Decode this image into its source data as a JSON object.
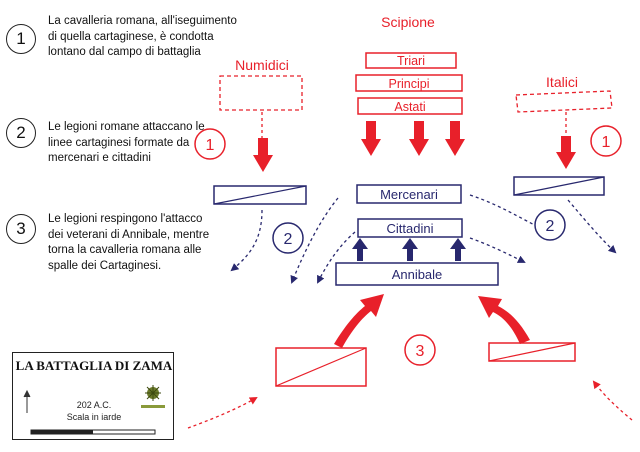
{
  "steps": [
    {
      "num": "1",
      "text": "La cavalleria romana, all'iseguimento di quella cartaginese, è condotta lontano dal campo di battaglia"
    },
    {
      "num": "2",
      "text": "Le legioni romane attaccano le linee cartaginesi formate da mercenari e cittadini"
    },
    {
      "num": "3",
      "text": "Le legioni respingono l'attacco dei veterani di Annibale, mentre torna la cavalleria romana alle spalle dei Cartaginesi."
    }
  ],
  "legend": {
    "title": "LA BATTAGLIA DI ZAMA",
    "date": "202 A.C.",
    "scale_label": "Scala in iarde"
  },
  "roman": {
    "commander": "Scipione",
    "lines": [
      "Triari",
      "Principi",
      "Astati"
    ],
    "left_cavalry": "Numidici",
    "right_cavalry": "Italici"
  },
  "carthage": {
    "lines": [
      "Mercenari",
      "Cittadini",
      "Annibale"
    ]
  },
  "map_markers": {
    "left_1": "1",
    "right_1": "1",
    "left_2": "2",
    "right_2": "2",
    "bottom_3": "3"
  },
  "colors": {
    "roman": "#e8202a",
    "carthage": "#28286e"
  }
}
